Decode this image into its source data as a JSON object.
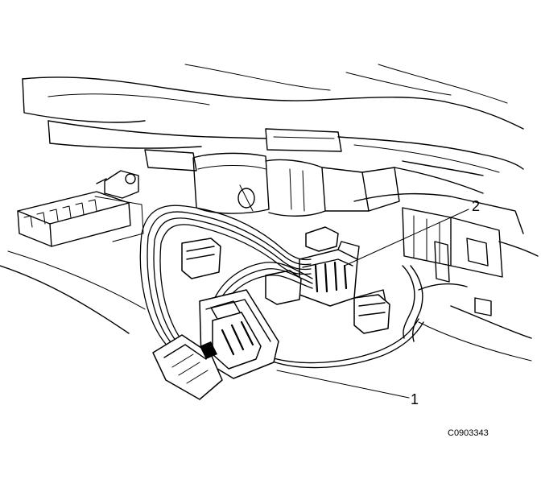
{
  "diagram": {
    "callouts": [
      {
        "id": "callout-1",
        "label": "1"
      },
      {
        "id": "callout-2",
        "label": "2"
      }
    ],
    "figure_id": "C0903343",
    "colors": {
      "line": "#000000",
      "background": "#ffffff"
    }
  }
}
